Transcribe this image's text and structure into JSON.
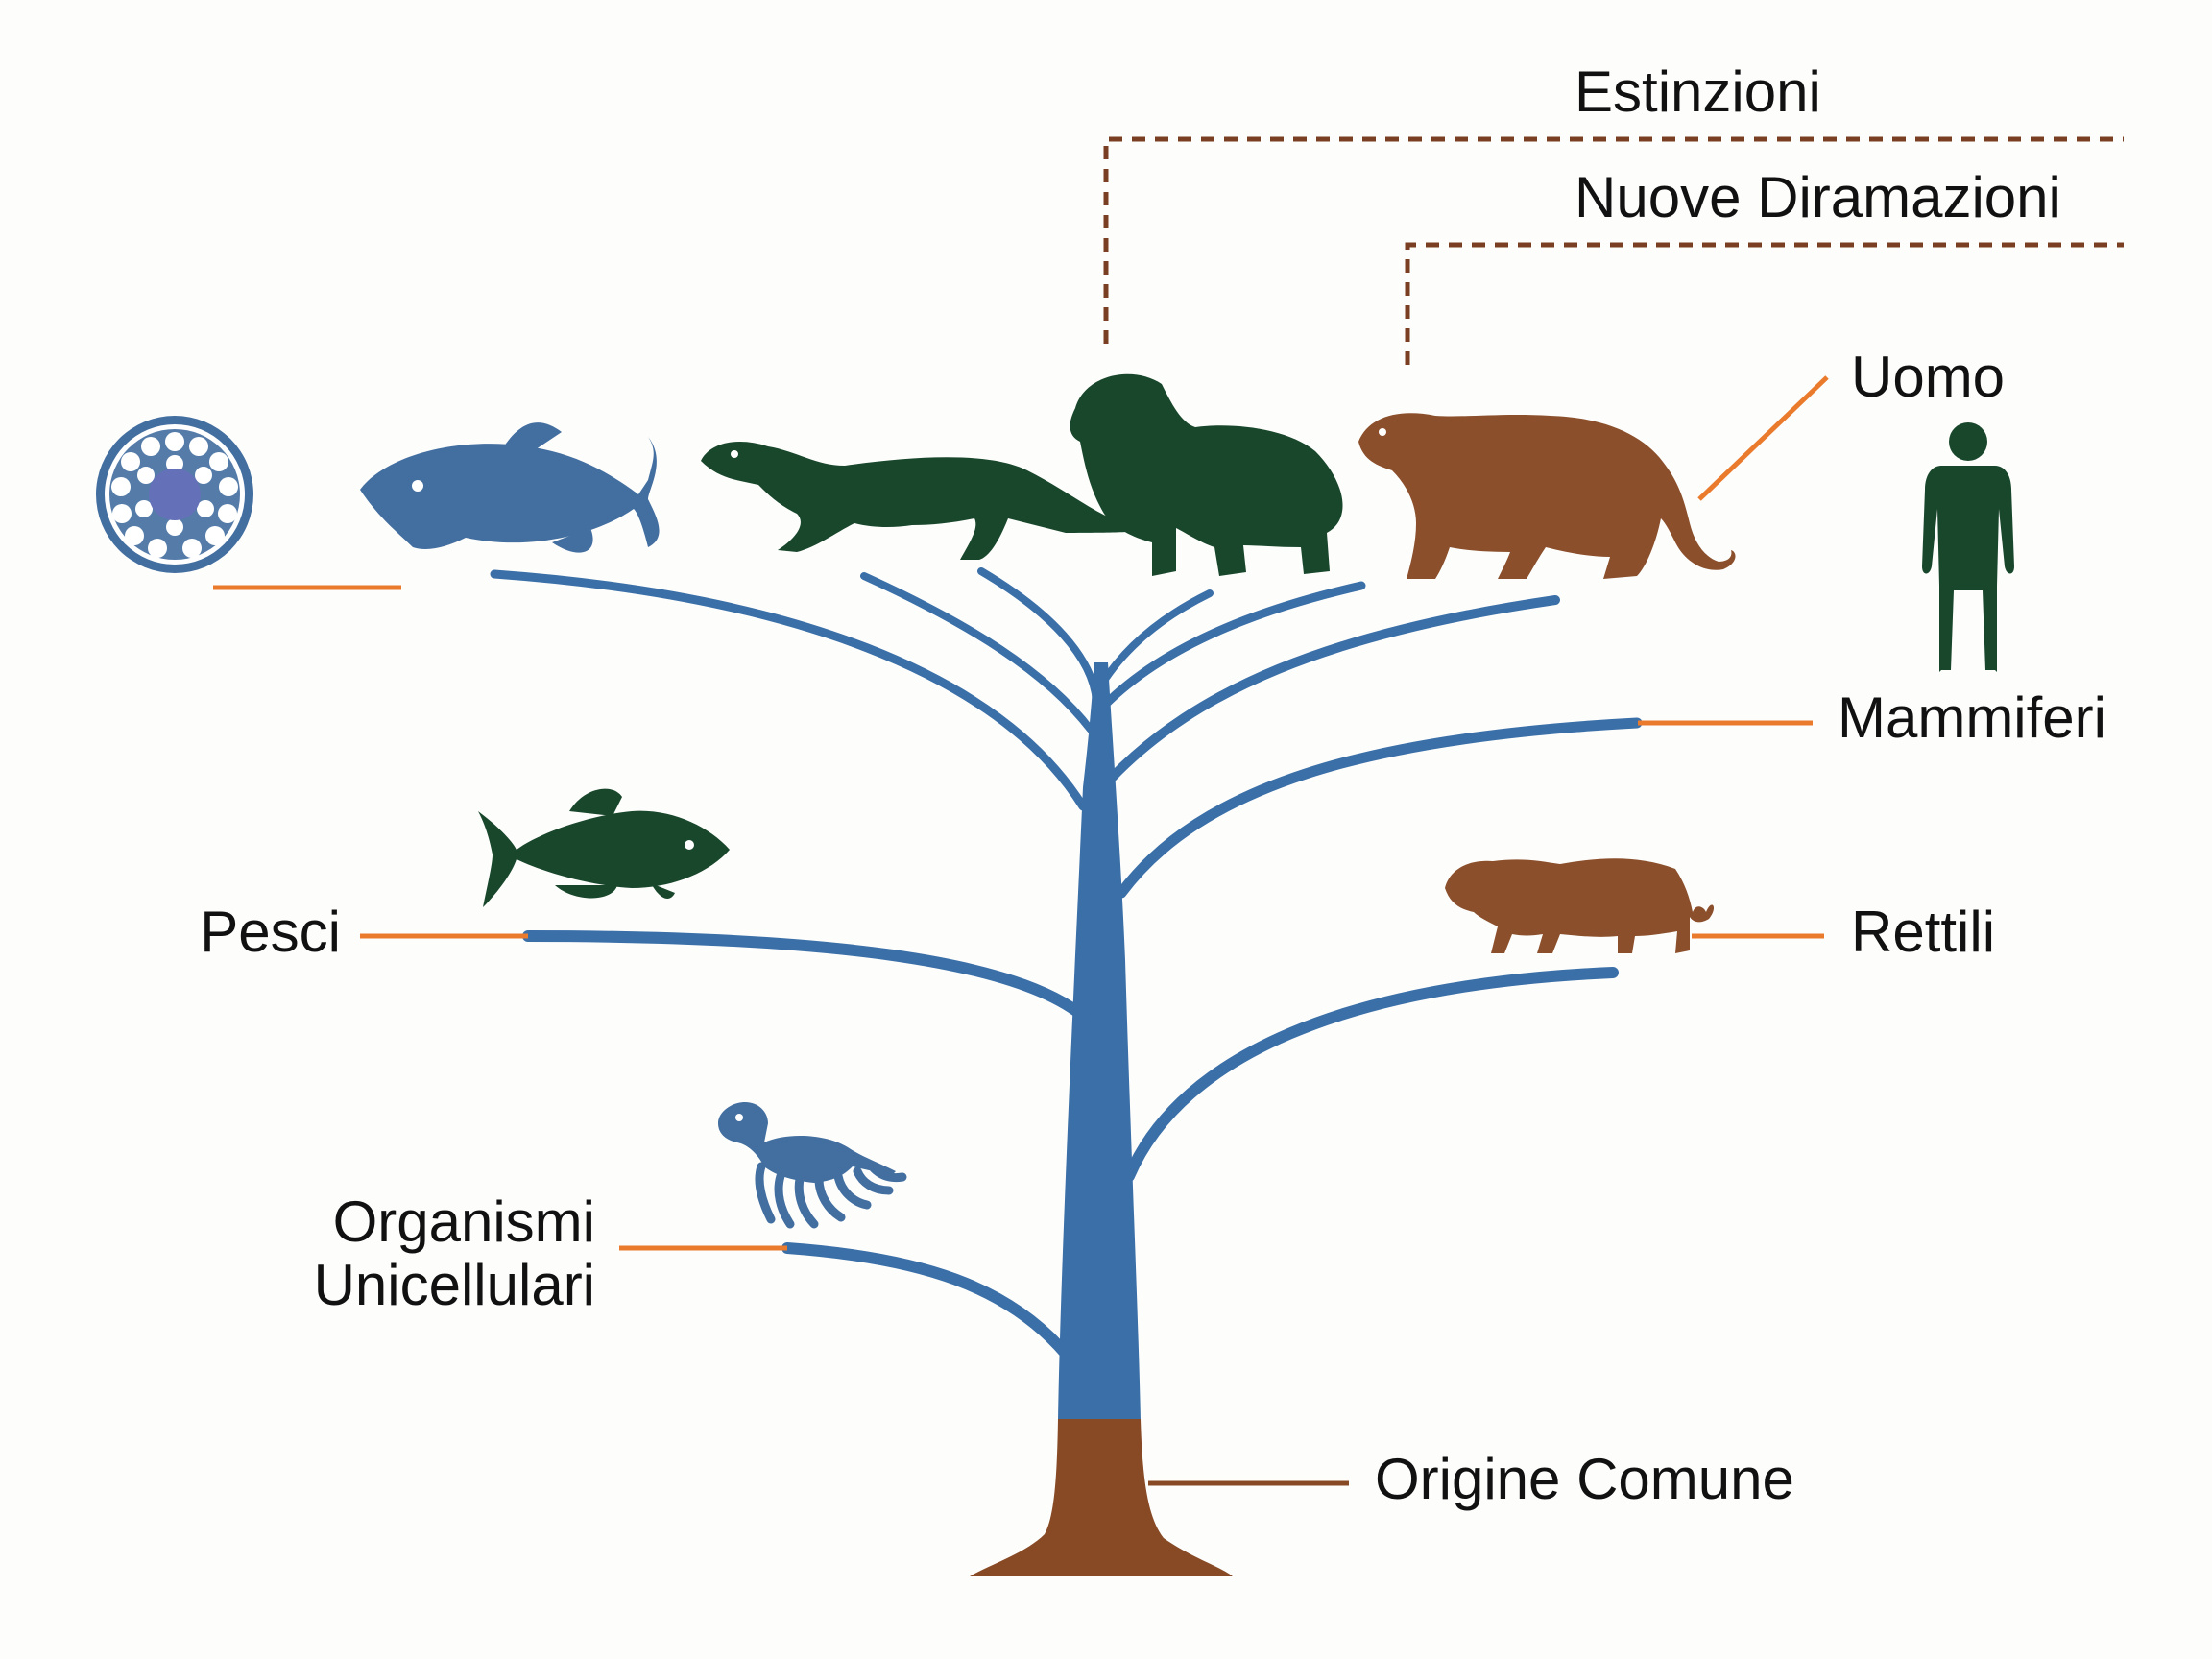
{
  "colors": {
    "branch": "#3a6fa8",
    "trunk_root": "#874a25",
    "label_line": "#ea7a2c",
    "dark_green": "#19472c",
    "brown": "#8b4f2b",
    "blue_animal": "#426ea0",
    "dashed_line": "#7a3e22",
    "text": "#111111"
  },
  "labels": {
    "estinzioni": "Estinzioni",
    "nuove_diramazioni": "Nuove Diramazioni",
    "uomo": "Uomo",
    "mammiferi": "Mammiferi",
    "pesci": "Pesci",
    "rettili": "Rettili",
    "organismi_unicellulari": "Organismi\nUnicellulari",
    "origine_comune": "Origine Comune"
  },
  "icons": {
    "cell": "cell-icon",
    "fish_top": "fish-icon",
    "lizard": "lizard-icon",
    "lion": "lion-icon",
    "bear": "bear-icon",
    "human": "human-icon",
    "fish_middle": "fish-icon",
    "cat": "cat-icon",
    "sea_creature": "sea-creature-icon"
  }
}
